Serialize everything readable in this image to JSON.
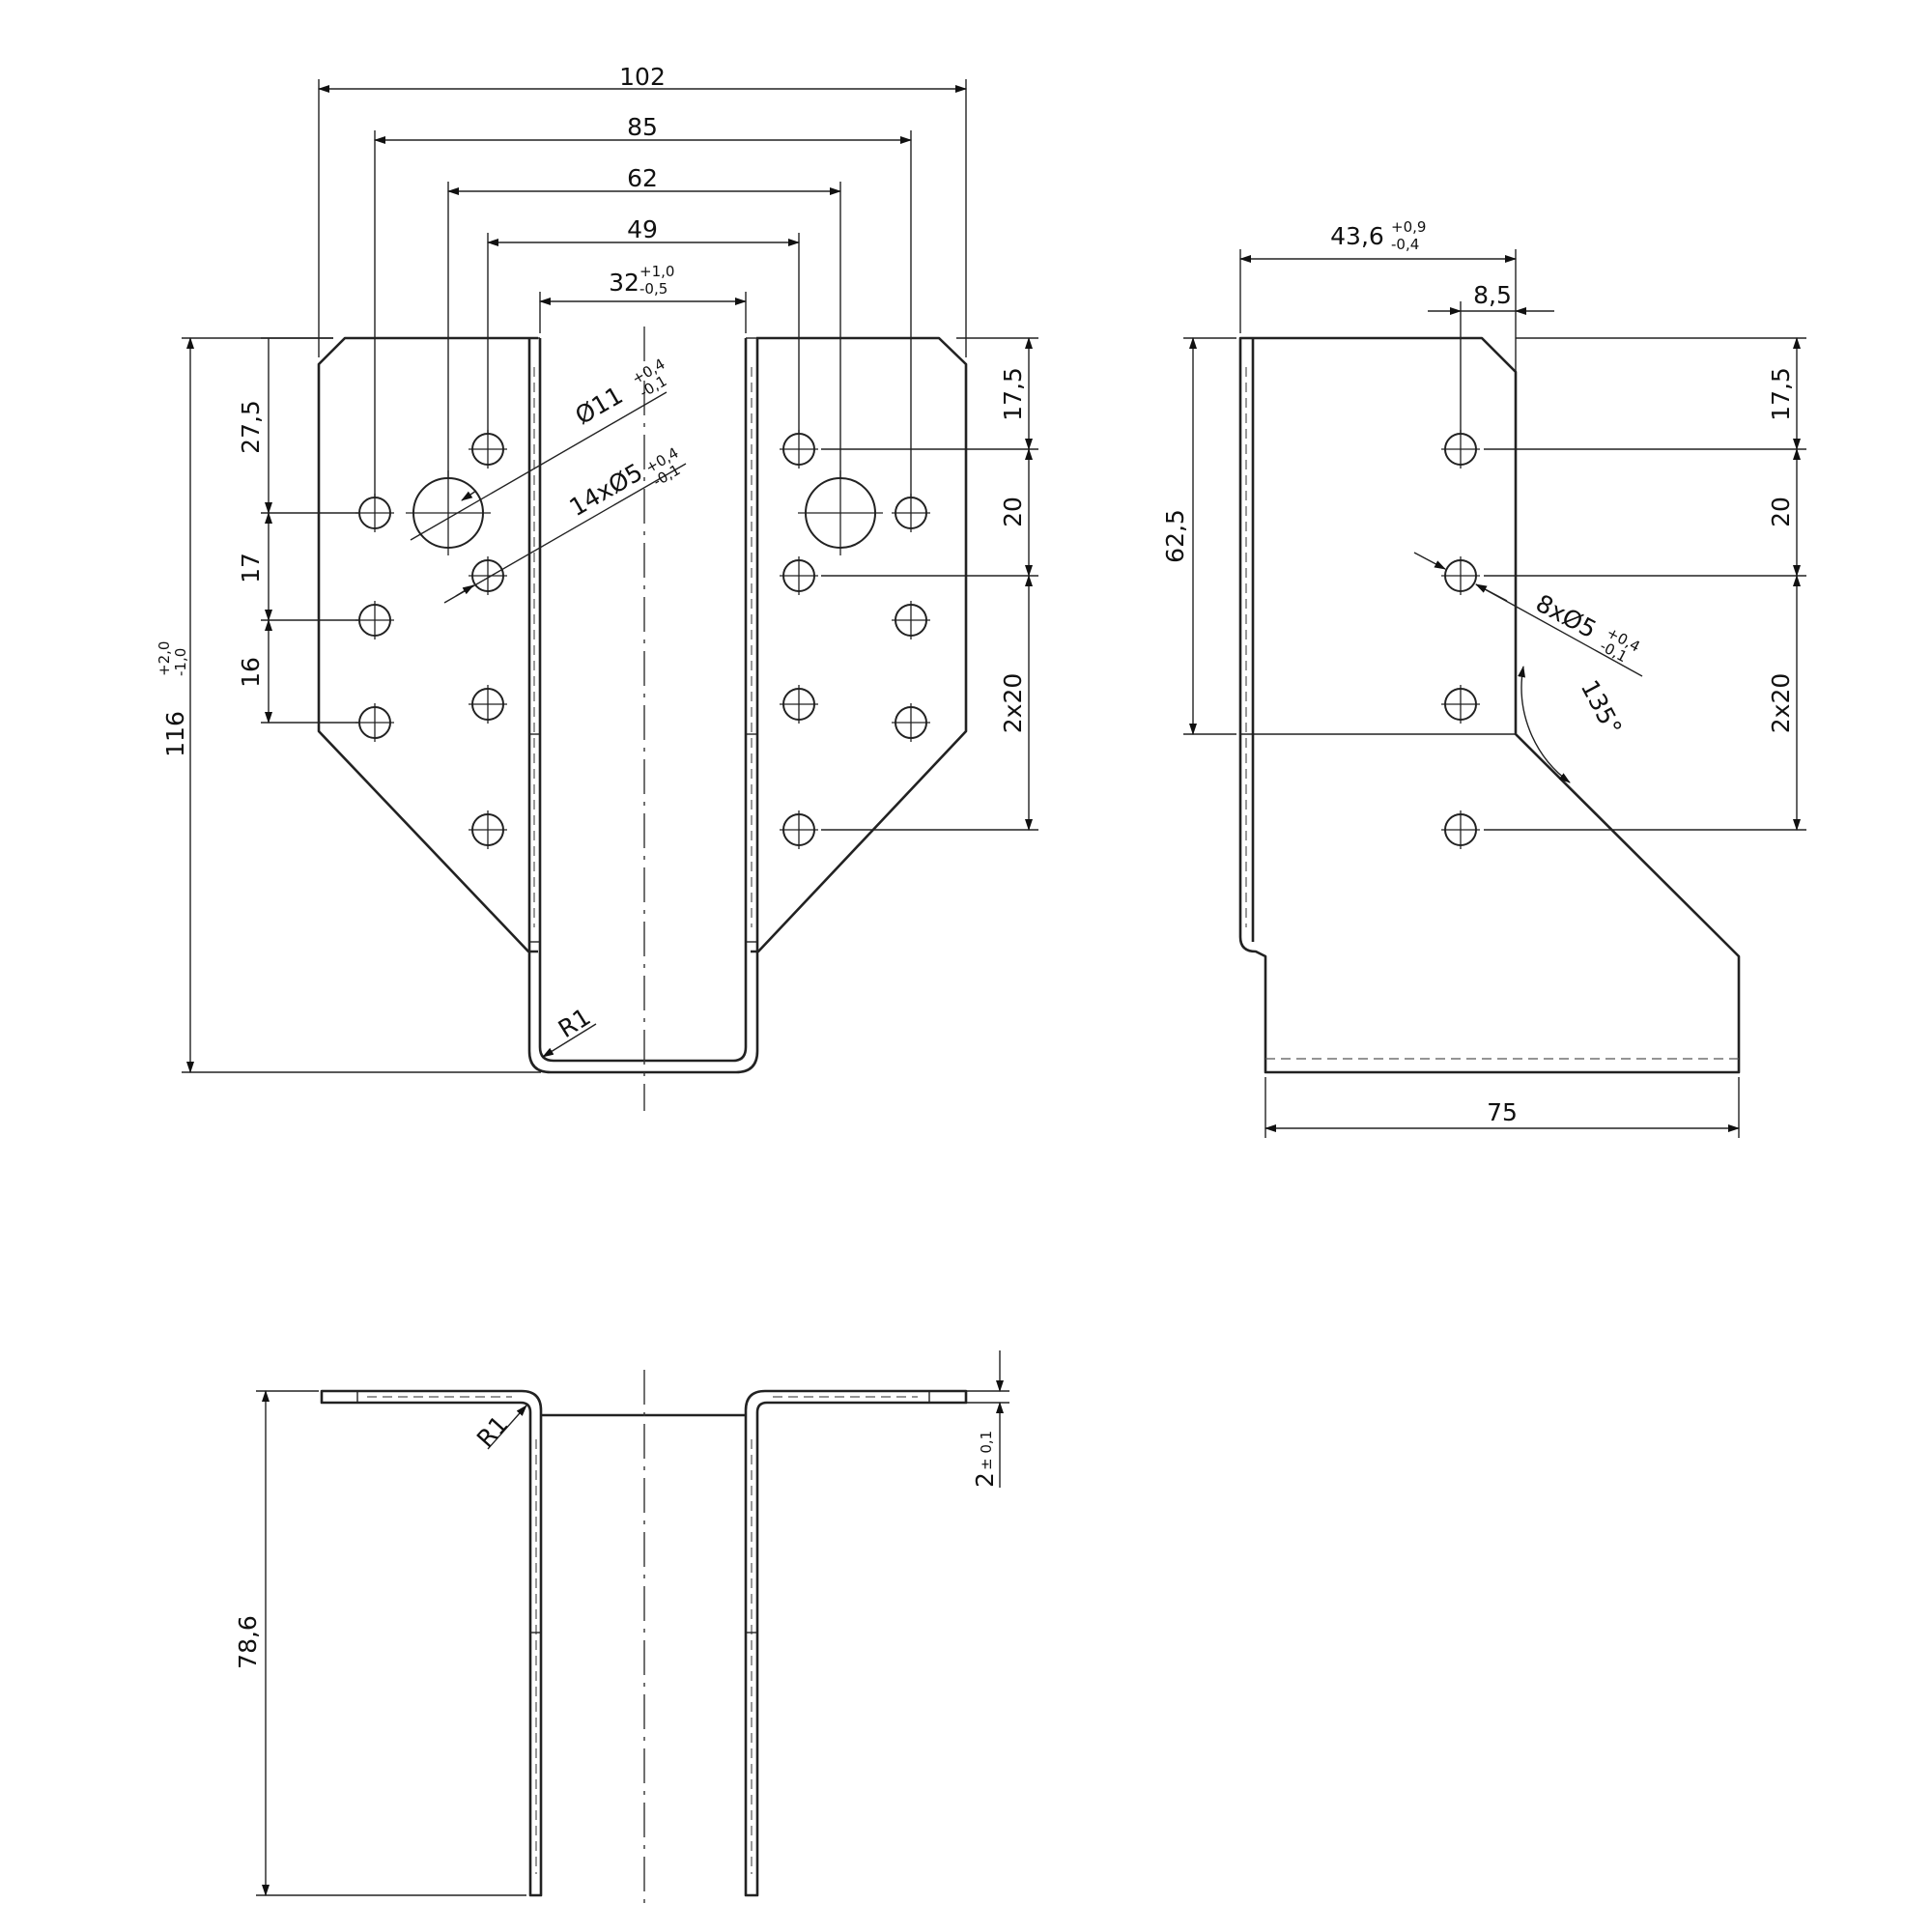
{
  "colors": {
    "line": "#222222",
    "background": "#ffffff"
  },
  "front_view": {
    "widths": {
      "w102": "102",
      "w85": "85",
      "w62": "62",
      "w49": "49",
      "w32": "32",
      "w32_tol_upper": "+1,0",
      "w32_tol_lower": "-0,5"
    },
    "left_verticals": {
      "d27_5": "27,5",
      "d17": "17",
      "d16": "16"
    },
    "right_verticals": {
      "d17_5": "17,5",
      "d20": "20",
      "d2x20": "2x20"
    },
    "height": {
      "value": "116",
      "tol_upper": "+2,0",
      "tol_lower": "-1,0"
    },
    "large_hole": {
      "label": "Ø11",
      "tol_upper": "+0,4",
      "tol_lower": "-0,1"
    },
    "small_holes": {
      "label": "14xØ5",
      "tol_upper": "+0,4",
      "tol_lower": "-0,1"
    },
    "radius": "R1"
  },
  "side_view": {
    "width": {
      "value": "43,6",
      "tol_upper": "+0,9",
      "tol_lower": "-0,4"
    },
    "offset": "8,5",
    "height": "62,5",
    "right_verticals": {
      "d17_5": "17,5",
      "d20": "20",
      "d2x20": "2x20"
    },
    "holes": {
      "label": "8xØ5",
      "tol_upper": "+0,4",
      "tol_lower": "-0,1"
    },
    "angle": "135°",
    "bottom_width": "75"
  },
  "top_view": {
    "height": "78,6",
    "thickness": {
      "value": "2",
      "tol": "± 0,1"
    },
    "radius": "R1"
  }
}
